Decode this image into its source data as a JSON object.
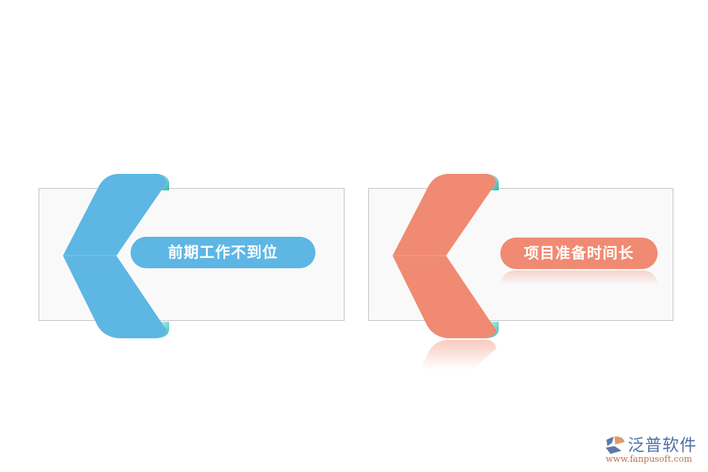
{
  "cards": [
    {
      "label": "前期工作不到位",
      "color": "#5db6e4"
    },
    {
      "label": "项目准备时间长",
      "color": "#f08a72"
    }
  ],
  "accent_fold_color": "#3bbfb9",
  "logo": {
    "name": "泛普软件",
    "url": "www.fanpusoft.com"
  }
}
